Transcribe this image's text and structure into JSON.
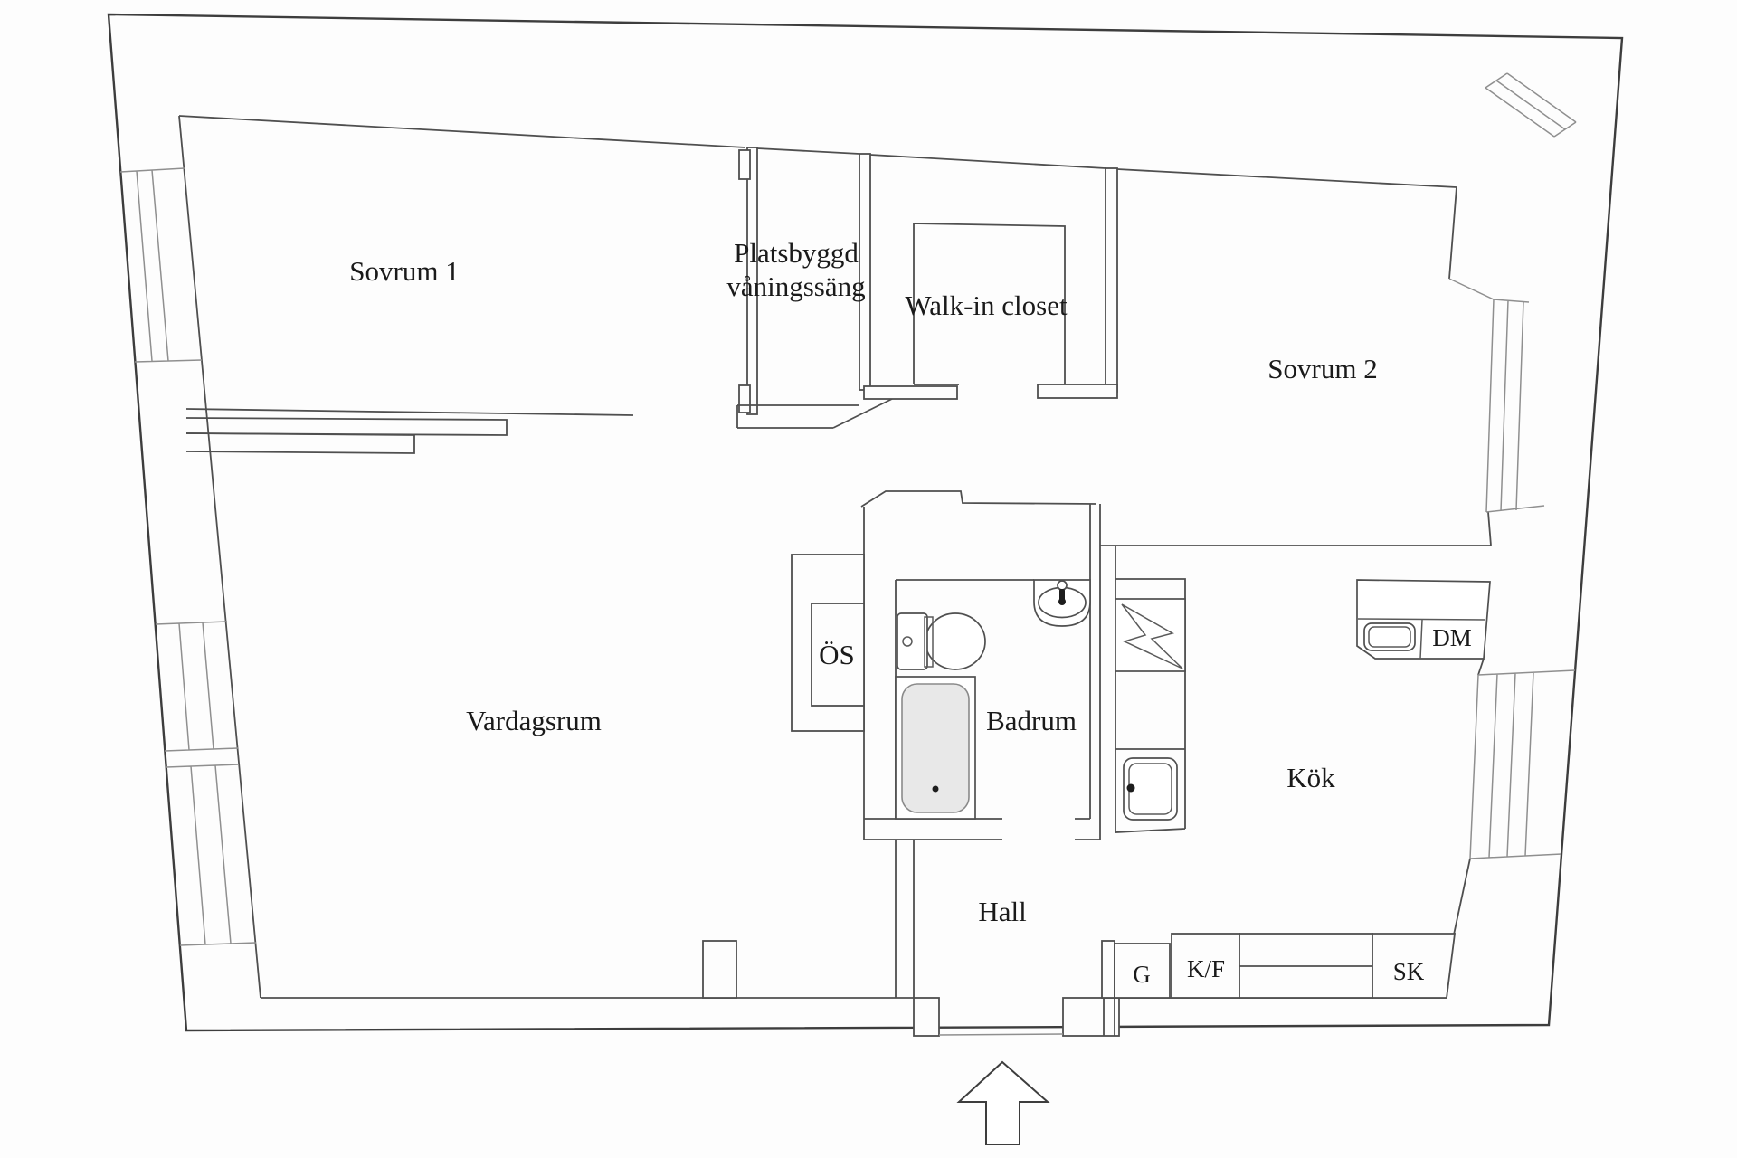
{
  "document": {
    "type": "apartment floor plan",
    "background_color": "#fdfdfd",
    "wall_color": "#4f4f4f",
    "outer_wall_color": "#3d3d3d",
    "window_color": "#8f8f8f",
    "label_color": "#1a1a1a"
  },
  "labels": {
    "sovrum1": "Sovrum 1",
    "platsbyggd_line1": "Platsbyggd",
    "platsbyggd_line2": "våningssäng",
    "walkin": "Walk-in closet",
    "sovrum2": "Sovrum 2",
    "vardagsrum": "Vardagsrum",
    "os": "ÖS",
    "badrum": "Badrum",
    "kok": "Kök",
    "dm": "DM",
    "hall": "Hall",
    "g": "G",
    "kf": "K/F",
    "sk": "SK"
  },
  "rooms": [
    {
      "id": "sovrum-1",
      "label": "Sovrum 1"
    },
    {
      "id": "platsbyggd-vaningssang",
      "label": "Platsbyggd våningssäng"
    },
    {
      "id": "walk-in-closet",
      "label": "Walk-in closet"
    },
    {
      "id": "sovrum-2",
      "label": "Sovrum 2"
    },
    {
      "id": "vardagsrum",
      "label": "Vardagsrum"
    },
    {
      "id": "badrum",
      "label": "Badrum"
    },
    {
      "id": "kok",
      "label": "Kök"
    },
    {
      "id": "hall",
      "label": "Hall"
    }
  ],
  "fixtures": [
    {
      "name": "open-fireplace",
      "label": "ÖS"
    },
    {
      "name": "toilet"
    },
    {
      "name": "bathtub"
    },
    {
      "name": "washbasin"
    },
    {
      "name": "stove"
    },
    {
      "name": "kitchen-sink"
    },
    {
      "name": "dishwasher",
      "label": "DM"
    },
    {
      "name": "wardrobe-cabinet",
      "label": "G"
    },
    {
      "name": "fridge-freezer-cabinet",
      "label": "K/F"
    },
    {
      "name": "closet-cabinet",
      "label": "SK"
    },
    {
      "name": "entrance-arrow"
    }
  ]
}
